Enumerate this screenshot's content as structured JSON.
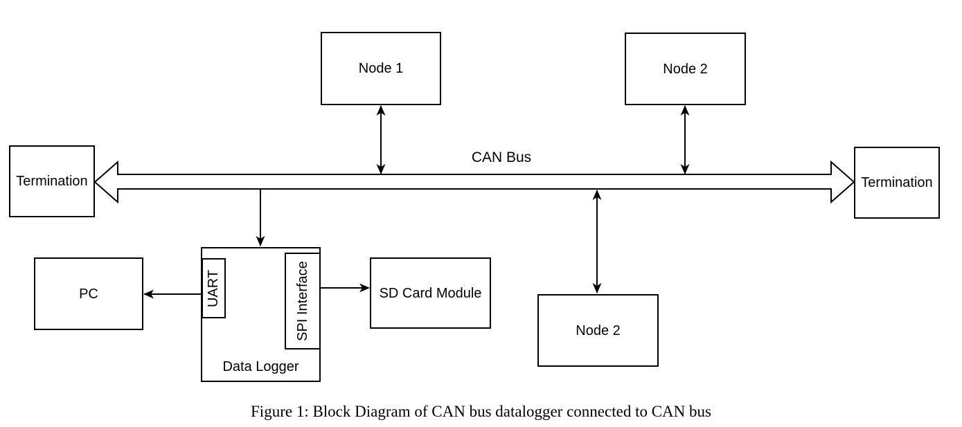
{
  "boxes": {
    "node1": {
      "label": "Node 1"
    },
    "node2_top": {
      "label": "Node 2"
    },
    "termination_left": {
      "label": "Termination"
    },
    "termination_right": {
      "label": "Termination"
    },
    "pc": {
      "label": "PC"
    },
    "uart": {
      "label": "UART"
    },
    "spi_interface": {
      "label": "SPI Interface"
    },
    "data_logger": {
      "label": "Data Logger"
    },
    "sd_card_module": {
      "label": "SD Card Module"
    },
    "node2_bottom": {
      "label": "Node 2"
    }
  },
  "bus": {
    "label": "CAN Bus"
  },
  "caption": {
    "text": "Figure 1: Block Diagram of CAN bus datalogger connected to CAN bus"
  },
  "colors": {
    "stroke": "#000000",
    "background": "#ffffff"
  }
}
